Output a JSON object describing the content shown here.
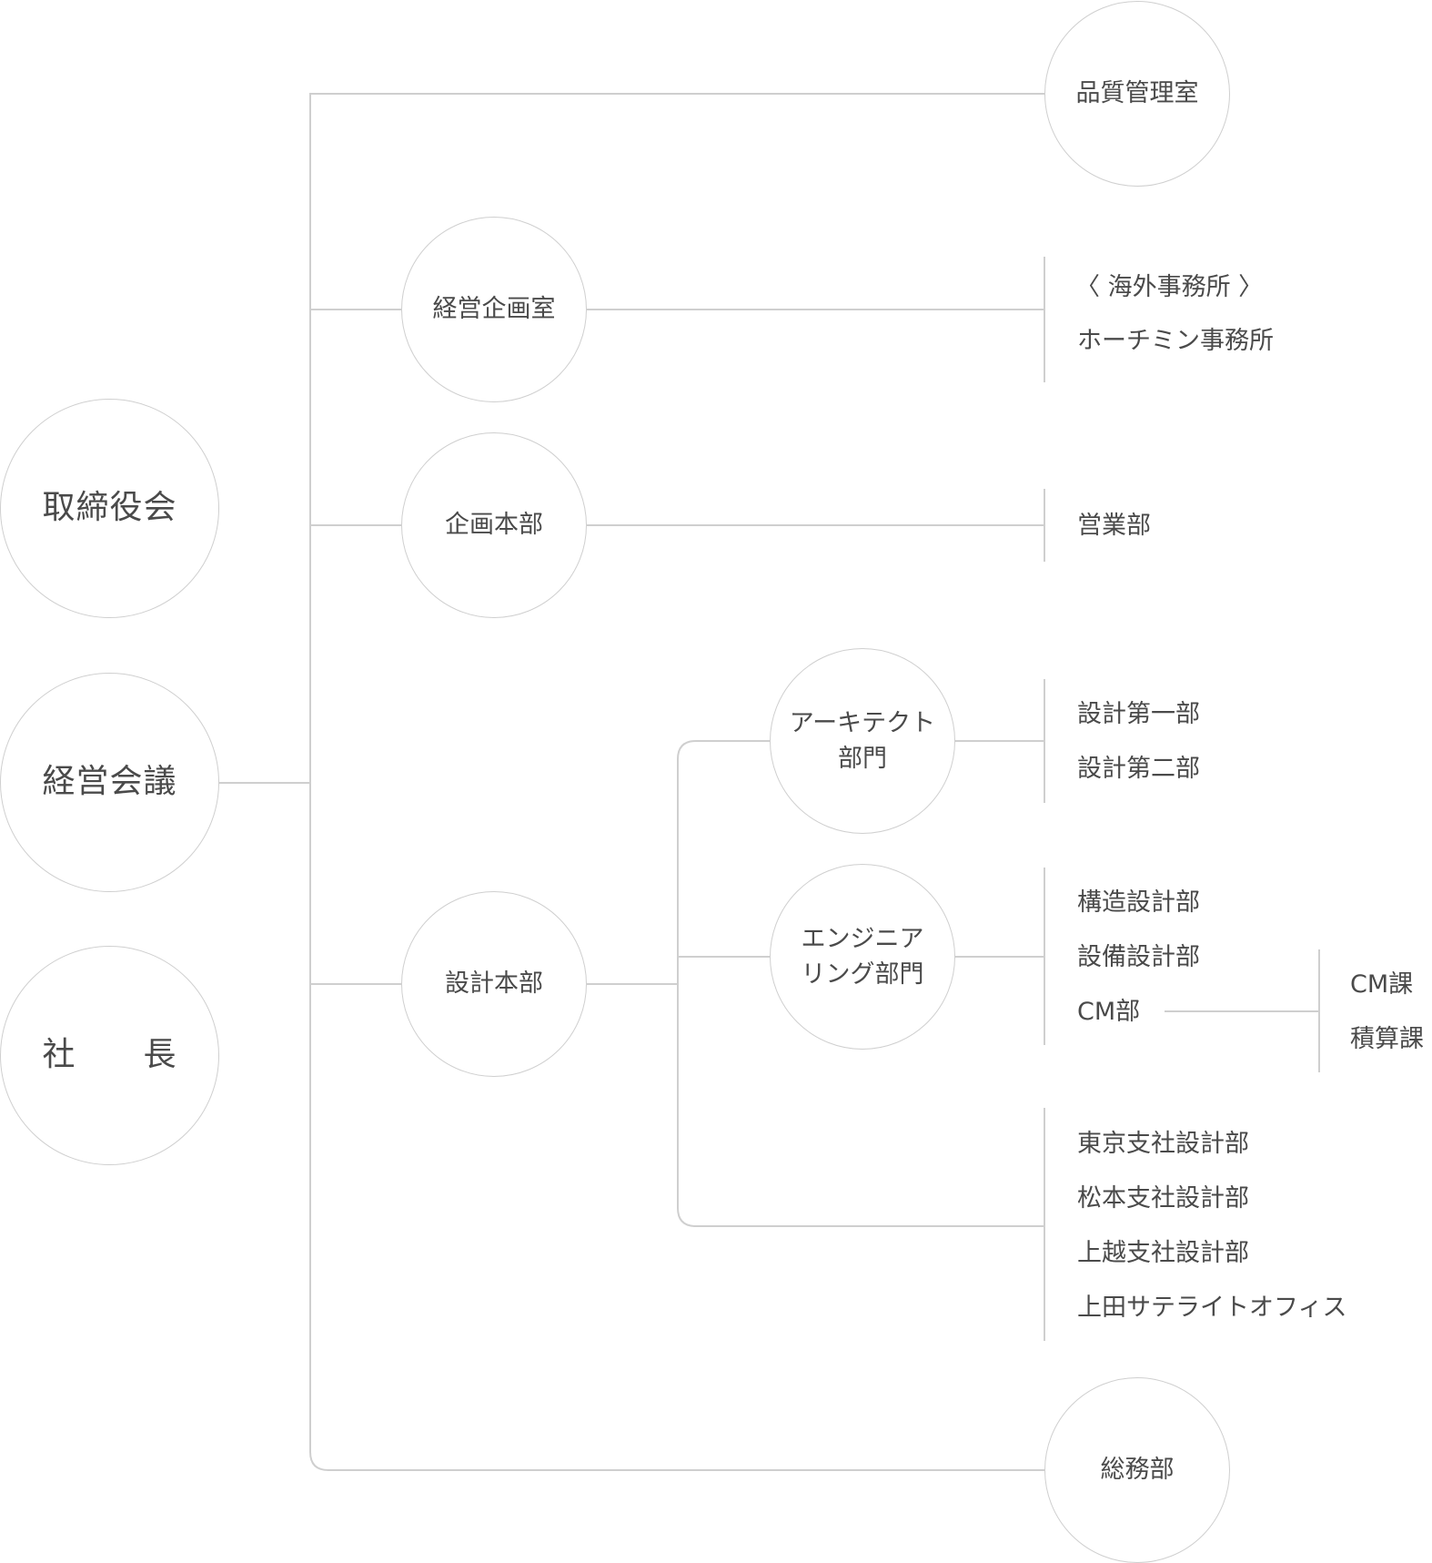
{
  "diagram": {
    "type": "org-chart",
    "line_color": "#cfcfcf",
    "text_color": "#4a4a4a",
    "left_nodes": {
      "board": "取締役会",
      "management_meeting": "経営会議",
      "president": "社　　長"
    },
    "nodes": {
      "quality": "品質管理室",
      "corporate_planning": "経営企画室",
      "planning_hq": "企画本部",
      "design_hq": "設計本部",
      "architect_div": "アーキテクト\n部門",
      "engineering_div": "エンジニア\nリング部門",
      "general_affairs": "総務部"
    },
    "overseas": {
      "heading": "〈 海外事務所 〉",
      "items": [
        "ホーチミン事務所"
      ]
    },
    "sales": [
      "営業部"
    ],
    "architect_depts": [
      "設計第一部",
      "設計第二部"
    ],
    "engineering_depts": [
      "構造設計部",
      "設備設計部",
      "CM部"
    ],
    "cm_sections": [
      "CM課",
      "積算課"
    ],
    "branches": [
      "東京支社設計部",
      "松本支社設計部",
      "上越支社設計部",
      "上田サテライトオフィス"
    ]
  }
}
